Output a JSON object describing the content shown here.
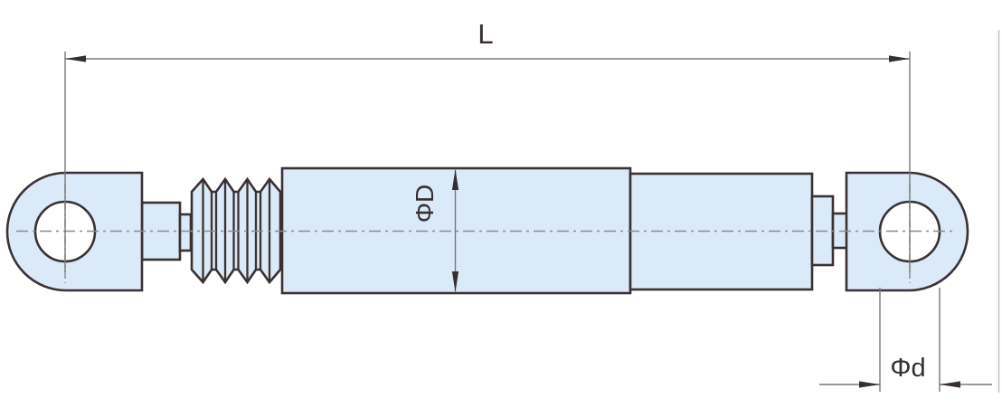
{
  "drawing": {
    "name": "damper-dimension-diagram",
    "dimension_labels": {
      "overall_length": "L",
      "body_diameter": "ΦD",
      "eye_bore_diameter": "Φd"
    }
  },
  "colors": {
    "background": "#ffffff",
    "part_fill": "#daeaf8",
    "part_outline": "#3a3132",
    "dimension_line": "#787878",
    "arrowhead": "#362e2f",
    "centerline": "#8a8a8a",
    "label_text": "#362e2f",
    "page_edge": "#bcbcbc"
  }
}
